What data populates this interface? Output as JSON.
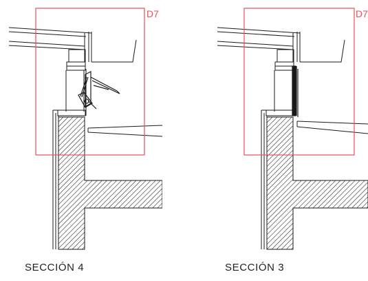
{
  "colors": {
    "detail_frame": "#e8505b",
    "line": "#1a1a1a",
    "hatch": "#1a1a1a",
    "background": "#ffffff"
  },
  "sections": [
    {
      "caption": "SECCIÓN 4",
      "detail_tag": "D7",
      "variant": "open-vent"
    },
    {
      "caption": "SECCIÓN 3",
      "detail_tag": "D7",
      "variant": "closed-vent"
    }
  ]
}
